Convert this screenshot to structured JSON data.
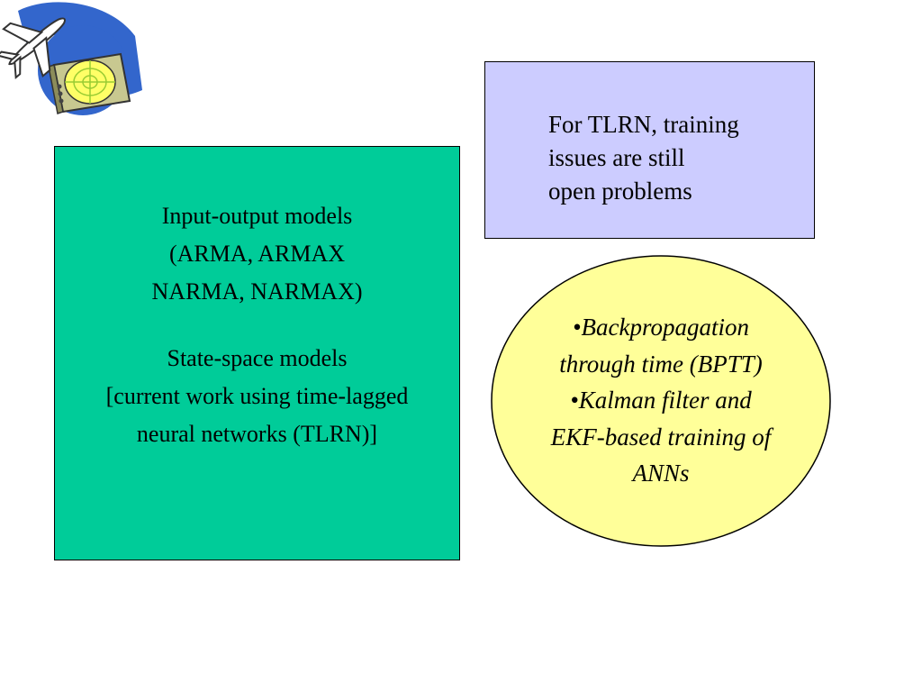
{
  "colors": {
    "models_box_fill": "#00cc99",
    "note_box_fill": "#ccccff",
    "methods_ellipse_fill": "#ffff99",
    "border": "#000000"
  },
  "clipart": {
    "icon": "airplane-radar-icon"
  },
  "models_box": {
    "lines": [
      "Input-output models",
      "(ARMA, ARMAX",
      "NARMA, NARMAX)",
      "",
      "State-space models",
      "[current work using time-lagged",
      "neural networks (TLRN)]"
    ]
  },
  "note_box": {
    "lines": [
      "For TLRN, training",
      "issues are still",
      "open problems"
    ]
  },
  "methods_ellipse": {
    "lines": [
      "•Backpropagation",
      "through time (BPTT)",
      "•Kalman filter and",
      "EKF-based training of",
      "ANNs"
    ]
  }
}
